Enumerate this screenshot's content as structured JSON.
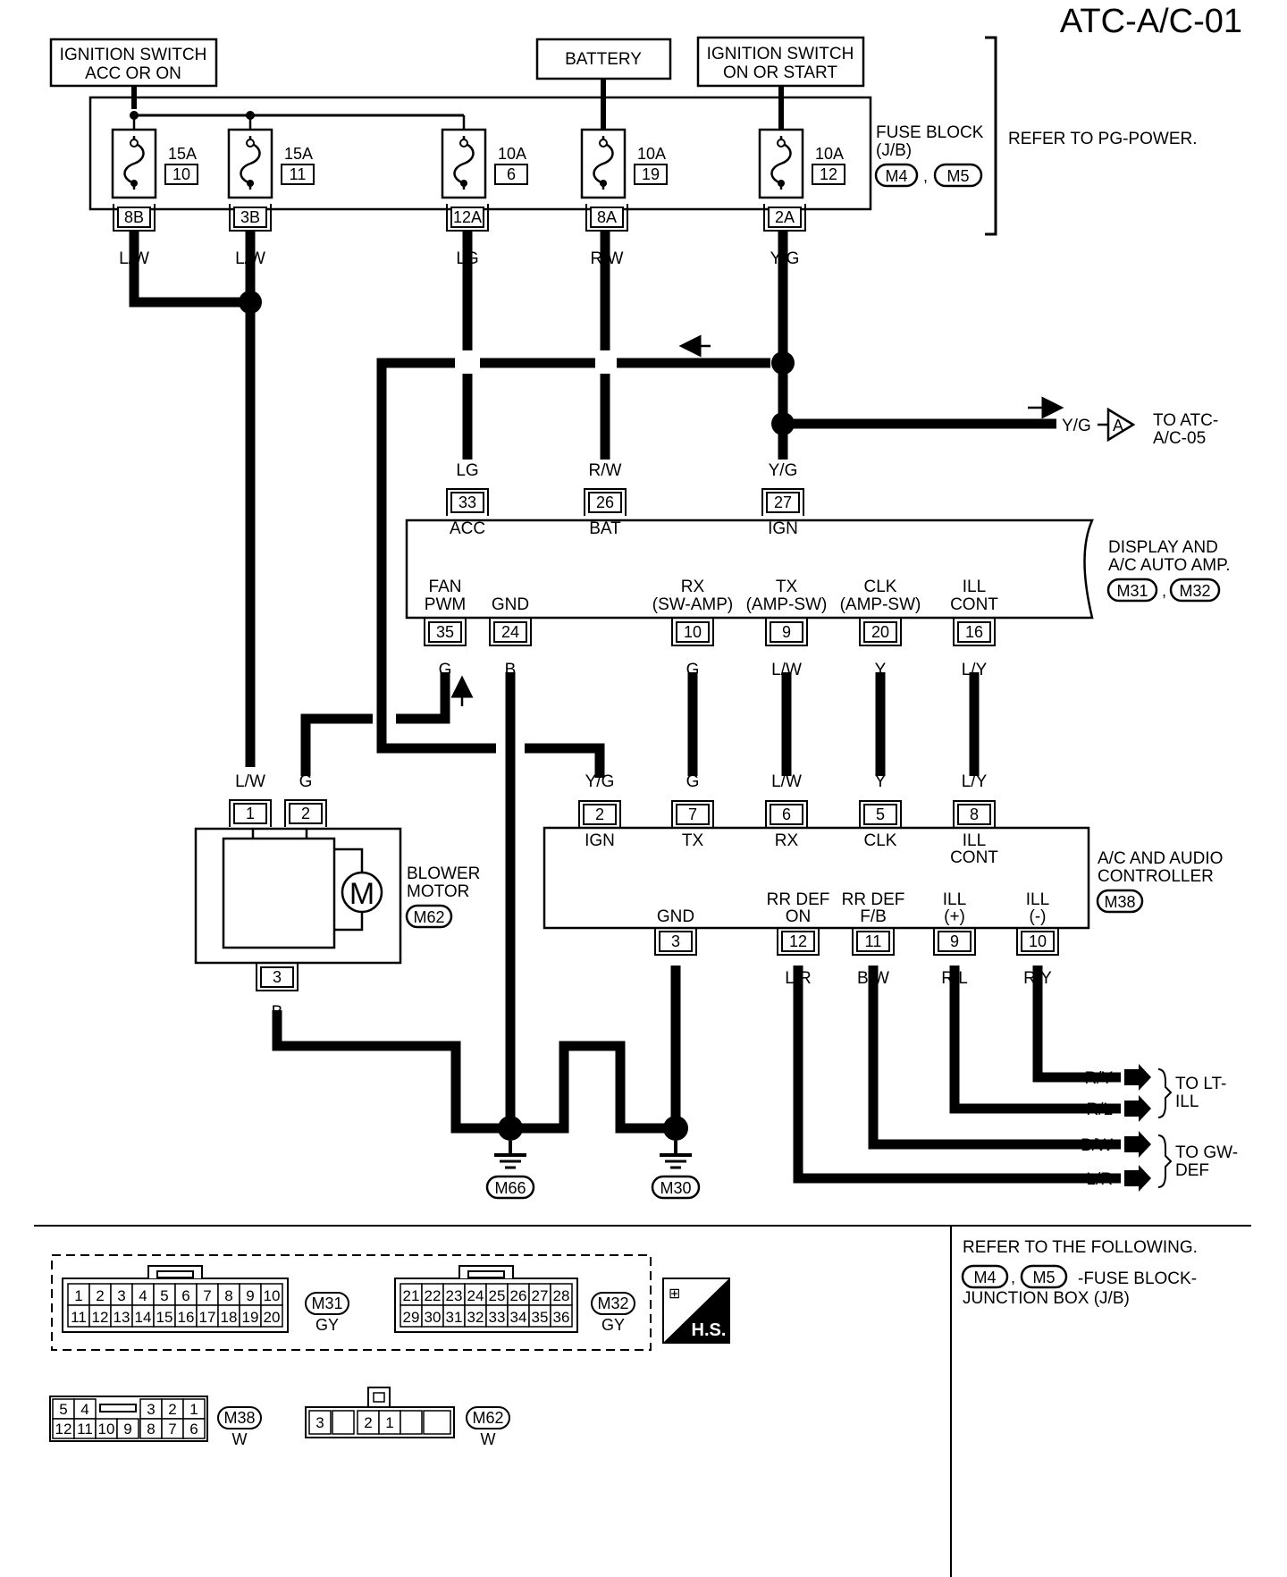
{
  "page_id": "ATC-A/C-01",
  "sources": {
    "ign_acc_line1": "IGNITION SWITCH",
    "ign_acc_line2": "ACC OR ON",
    "battery": "BATTERY",
    "ign_on_line1": "IGNITION SWITCH",
    "ign_on_line2": "ON OR START"
  },
  "fuse_block": {
    "title_line1": "FUSE BLOCK",
    "title_line2": "(J/B)",
    "conn_a": "M4",
    "sep": ",",
    "conn_b": "M5",
    "refer": "REFER TO PG-POWER.",
    "fuses": [
      {
        "amp": "15A",
        "num": "10",
        "terminal": "8B",
        "wire": "L/W"
      },
      {
        "amp": "15A",
        "num": "11",
        "terminal": "3B",
        "wire": "L/W"
      },
      {
        "amp": "10A",
        "num": "6",
        "terminal": "12A",
        "wire": "LG"
      },
      {
        "amp": "10A",
        "num": "19",
        "terminal": "8A",
        "wire": "R/W"
      },
      {
        "amp": "10A",
        "num": "12",
        "terminal": "2A",
        "wire": "Y/G"
      }
    ]
  },
  "to_atc": {
    "wire": "Y/G",
    "letter": "A",
    "line1": "TO ATC-",
    "line2": "A/C-05"
  },
  "amp": {
    "title_line1": "DISPLAY AND",
    "title_line2": "A/C AUTO AMP.",
    "conn_a": "M31",
    "sep": ",",
    "conn_b": "M32",
    "top_pins": [
      {
        "num": "33",
        "name": "ACC",
        "wire": "LG"
      },
      {
        "num": "26",
        "name": "BAT",
        "wire": "R/W"
      },
      {
        "num": "27",
        "name": "IGN",
        "wire": "Y/G"
      }
    ],
    "bottom_pins": [
      {
        "num": "35",
        "name1": "FAN",
        "name2": "PWM",
        "wire": "G"
      },
      {
        "num": "24",
        "name1": "",
        "name2": "GND",
        "wire": "B"
      },
      {
        "num": "10",
        "name1": "RX",
        "name2": "(SW-AMP)",
        "wire": "G"
      },
      {
        "num": "9",
        "name1": "TX",
        "name2": "(AMP-SW)",
        "wire": "L/W"
      },
      {
        "num": "20",
        "name1": "CLK",
        "name2": "(AMP-SW)",
        "wire": "Y"
      },
      {
        "num": "16",
        "name1": "ILL",
        "name2": "CONT",
        "wire": "L/Y"
      }
    ]
  },
  "blower": {
    "title_line1": "BLOWER",
    "title_line2": "MOTOR",
    "conn": "M62",
    "motor_symbol": "M",
    "pins": [
      {
        "num": "1",
        "wire": "L/W"
      },
      {
        "num": "2",
        "wire": "G"
      },
      {
        "num": "3",
        "wire": "B"
      }
    ]
  },
  "controller": {
    "title_line1": "A/C AND AUDIO",
    "title_line2": "CONTROLLER",
    "conn": "M38",
    "top_pins": [
      {
        "num": "2",
        "name1": "IGN",
        "name2": "",
        "wire": "Y/G"
      },
      {
        "num": "7",
        "name1": "TX",
        "name2": "",
        "wire": "G"
      },
      {
        "num": "6",
        "name1": "RX",
        "name2": "",
        "wire": "L/W"
      },
      {
        "num": "5",
        "name1": "CLK",
        "name2": "",
        "wire": "Y"
      },
      {
        "num": "8",
        "name1": "ILL",
        "name2": "CONT",
        "wire": "L/Y"
      }
    ],
    "bottom_pins": [
      {
        "num": "3",
        "name1": "",
        "name2": "GND",
        "wire": "B"
      },
      {
        "num": "12",
        "name1": "RR DEF",
        "name2": "ON",
        "wire": "L/R"
      },
      {
        "num": "11",
        "name1": "RR DEF",
        "name2": "F/B",
        "wire": "B/W"
      },
      {
        "num": "9",
        "name1": "ILL",
        "name2": "(+)",
        "wire": "R/L"
      },
      {
        "num": "10",
        "name1": "ILL",
        "name2": "(-)",
        "wire": "R/Y"
      }
    ]
  },
  "grounds": {
    "wire": "B",
    "m66": "M66",
    "m30": "M30"
  },
  "outputs": {
    "lt_line1": "TO LT-",
    "lt_line2": "ILL",
    "gw_line1": "TO GW-",
    "gw_line2": "DEF",
    "wires": [
      "R/Y",
      "R/L",
      "B/W",
      "L/R"
    ]
  },
  "connectors": {
    "m31": {
      "name": "M31",
      "color": "GY",
      "row1": [
        "1",
        "2",
        "3",
        "4",
        "5",
        "6",
        "7",
        "8",
        "9",
        "10"
      ],
      "row2": [
        "11",
        "12",
        "13",
        "14",
        "15",
        "16",
        "17",
        "18",
        "19",
        "20"
      ]
    },
    "m32": {
      "name": "M32",
      "color": "GY",
      "row1": [
        "21",
        "22",
        "23",
        "24",
        "25",
        "26",
        "27",
        "28"
      ],
      "row2": [
        "29",
        "30",
        "31",
        "32",
        "33",
        "34",
        "35",
        "36"
      ]
    },
    "m38": {
      "name": "M38",
      "color": "W",
      "row1": [
        "5",
        "4",
        "3",
        "2",
        "1"
      ],
      "row2": [
        "12",
        "11",
        "10",
        "9",
        "8",
        "7",
        "6"
      ]
    },
    "m62": {
      "name": "M62",
      "color": "W",
      "cells": [
        "3",
        "2",
        "1"
      ]
    },
    "hs_label": "H.S."
  },
  "refer": {
    "title": "REFER TO THE FOLLOWING.",
    "conn_a": "M4",
    "sep": ",",
    "conn_b": "M5",
    "line1": "-FUSE BLOCK-",
    "line2": "JUNCTION BOX (J/B)"
  }
}
